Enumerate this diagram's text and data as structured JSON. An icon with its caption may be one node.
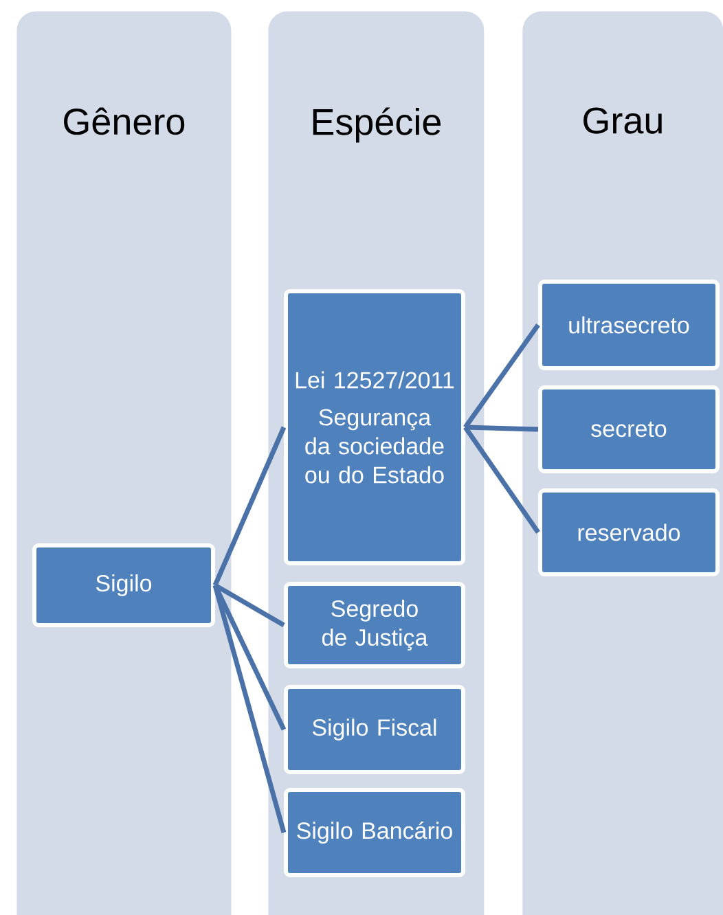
{
  "diagram": {
    "nodes": [
      {
        "text": [
          "Gênero"
        ]
      },
      {
        "text": [
          "Espécie"
        ]
      },
      {
        "text": [
          "Grau"
        ]
      },
      {
        "text": [
          "Sigilo"
        ],
        "in": 0
      },
      {
        "text": [
          "Lei 12527/2011",
          "Segurança da sociedade ou do Estado"
        ],
        "in": 1
      },
      {
        "text": [
          "Segredo de Justiça"
        ],
        "in": 1
      },
      {
        "text": [
          "Sigilo Fiscal"
        ],
        "in": 1
      },
      {
        "text": [
          "Sigilo Bancário"
        ],
        "in": 1
      },
      {
        "text": [
          "ultrasecreto"
        ],
        "in": 2
      },
      {
        "text": [
          "secreto"
        ],
        "in": 2
      },
      {
        "text": [
          "reservado"
        ],
        "in": 2
      }
    ],
    "edges": [
      {
        "from": 3,
        "to": 4,
        "arrow": "none"
      },
      {
        "from": 3,
        "to": 5,
        "arrow": "none"
      },
      {
        "from": 3,
        "to": 6,
        "arrow": "none"
      },
      {
        "from": 3,
        "to": 7,
        "arrow": "none"
      },
      {
        "from": 4,
        "to": 8,
        "arrow": "none"
      },
      {
        "from": 4,
        "to": 9,
        "arrow": "none"
      },
      {
        "from": 4,
        "to": 10,
        "arrow": "none"
      }
    ]
  }
}
